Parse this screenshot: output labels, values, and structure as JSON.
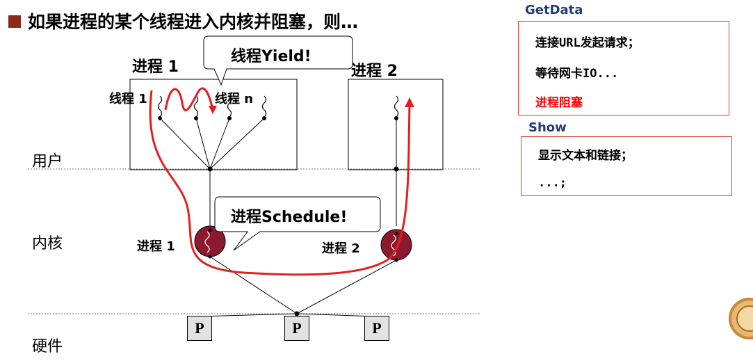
{
  "title": "如果进程的某个线程进入内核并阻塞，则…",
  "layers": {
    "user": "用户",
    "kernel": "内核",
    "hardware": "硬件"
  },
  "process1_label": "进程 1",
  "process2_label": "进程 2",
  "thread1_label": "线程 1",
  "threadn_label": "线程 n",
  "kernel_proc1_label": "进程 1",
  "kernel_proc2_label": "进程 2",
  "callout_yield": "线程Yield!",
  "callout_schedule": "进程Schedule!",
  "cpu_labels": [
    "P",
    "P",
    "P"
  ],
  "getdata": {
    "header": "GetData",
    "lines": [
      "连接URL发起请求；",
      "等待网卡IO...",
      "进程阻塞"
    ],
    "highlight_color": "#ff0000"
  },
  "show": {
    "header": "Show",
    "lines": [
      "显示文本和链接；",
      "...;"
    ]
  },
  "colors": {
    "accent_red": "#e41e1e",
    "header_blue": "#1f3c78",
    "kernel_thread": "#8b1a2f",
    "bullet": "#8b2a1a"
  }
}
